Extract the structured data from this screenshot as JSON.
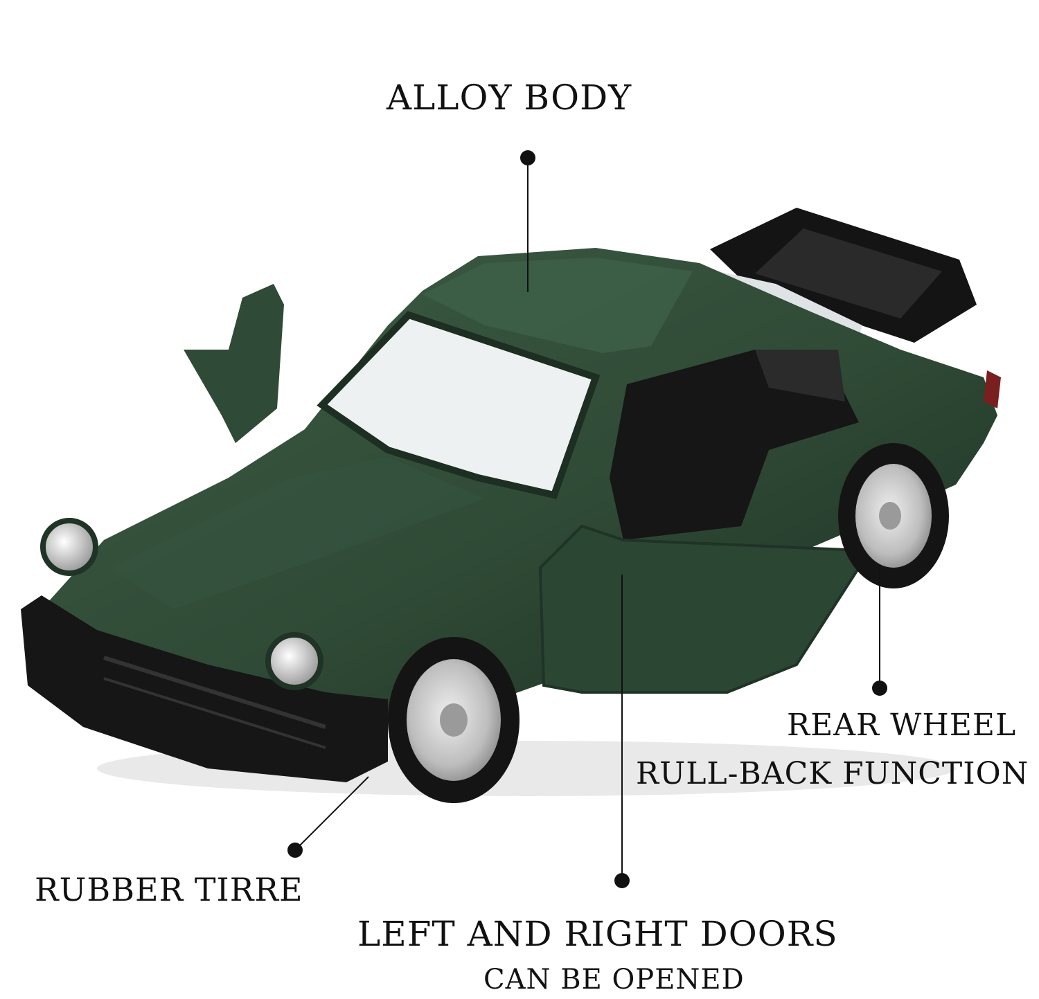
{
  "callouts": {
    "alloy_body": "ALLOY BODY",
    "rear_wheel_line1": "REAR WHEEL",
    "rear_wheel_line2": "RULL-BACK FUNCTION",
    "rubber_tire": "RUBBER TIRRE",
    "doors_line1": "LEFT AND RIGHT DOORS",
    "doors_line2": "CAN BE OPENED"
  },
  "colors": {
    "car_body": "#2f4a36",
    "car_dark": "#1f3326",
    "trim": "#1a1a1a",
    "wheel_silver": "#c9c9c9",
    "background": "#ffffff"
  }
}
